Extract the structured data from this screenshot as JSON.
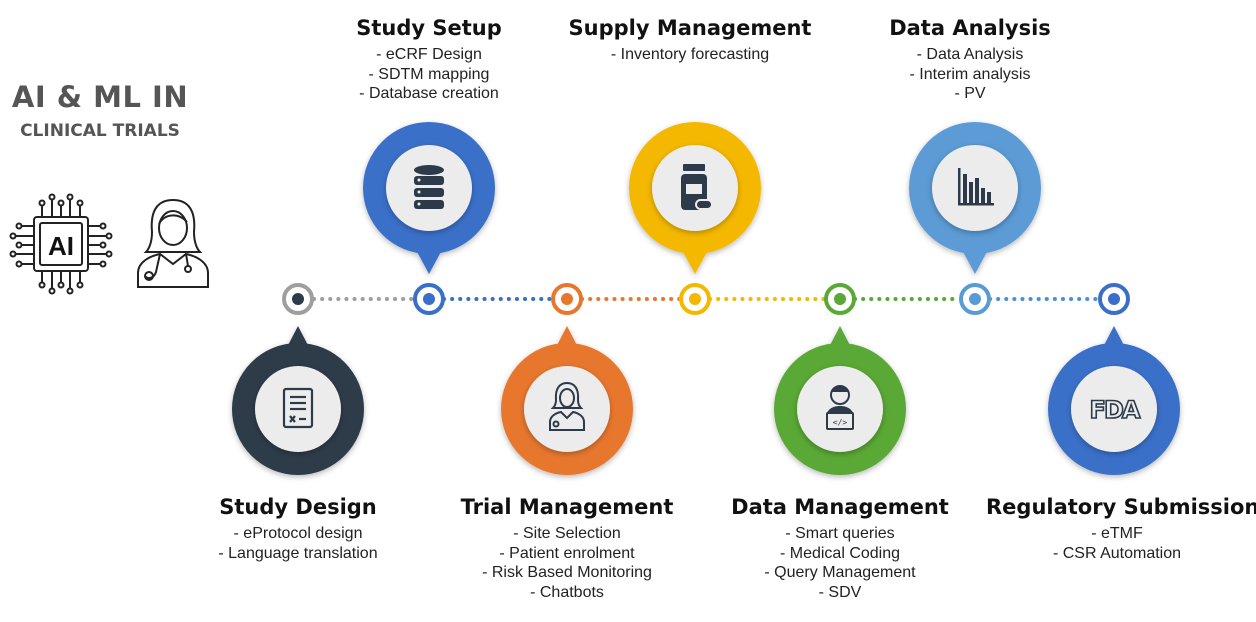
{
  "header": {
    "title": "AI & ML IN",
    "subtitle": "CLINICAL TRIALS"
  },
  "left_icons": {
    "chip_text": "AI",
    "chip_icon": "ai-chip-icon",
    "doctor_icon": "doctor-icon"
  },
  "timeline": {
    "line_colors": [
      "#9e9e9e",
      "#3a6fc9",
      "#e8772e",
      "#f5b800",
      "#5aa835",
      "#4a90d9"
    ],
    "nodes": [
      "#2d3a4a",
      "#3a6fc9",
      "#e8772e",
      "#f5b800",
      "#5aa835",
      "#5b9bd5",
      "#3a6fc9"
    ]
  },
  "stages": [
    {
      "id": "study-design",
      "title": "Study Design",
      "items": [
        "- eProtocol design",
        "- Language translation"
      ],
      "color": "#2d3a4a",
      "icon": "document-icon"
    },
    {
      "id": "study-setup",
      "title": "Study Setup",
      "items": [
        "- eCRF Design",
        "- SDTM mapping",
        "- Database creation"
      ],
      "color": "#3a6fc9",
      "icon": "database-icon"
    },
    {
      "id": "trial-management",
      "title": "Trial Management",
      "items": [
        "- Site Selection",
        "- Patient enrolment",
        "- Risk Based Monitoring",
        "- Chatbots"
      ],
      "color": "#e8772e",
      "icon": "nurse-icon"
    },
    {
      "id": "supply-management",
      "title": "Supply Management",
      "items": [
        "- Inventory forecasting"
      ],
      "color": "#f5b800",
      "icon": "medicine-bottle-icon"
    },
    {
      "id": "data-management",
      "title": "Data Management",
      "items": [
        "- Smart queries",
        "- Medical Coding",
        "- Query Management",
        "- SDV"
      ],
      "color": "#5aa835",
      "icon": "developer-icon"
    },
    {
      "id": "data-analysis",
      "title": "Data Analysis",
      "items": [
        "- Data Analysis",
        "- Interim analysis",
        "- PV"
      ],
      "color": "#5b9bd5",
      "icon": "bar-chart-icon"
    },
    {
      "id": "regulatory-submission",
      "title": "Regulatory Submission",
      "items": [
        "- eTMF",
        "- CSR Automation"
      ],
      "color": "#3a6fc9",
      "icon": "fda-logo-icon",
      "icon_text": "FDA"
    }
  ]
}
